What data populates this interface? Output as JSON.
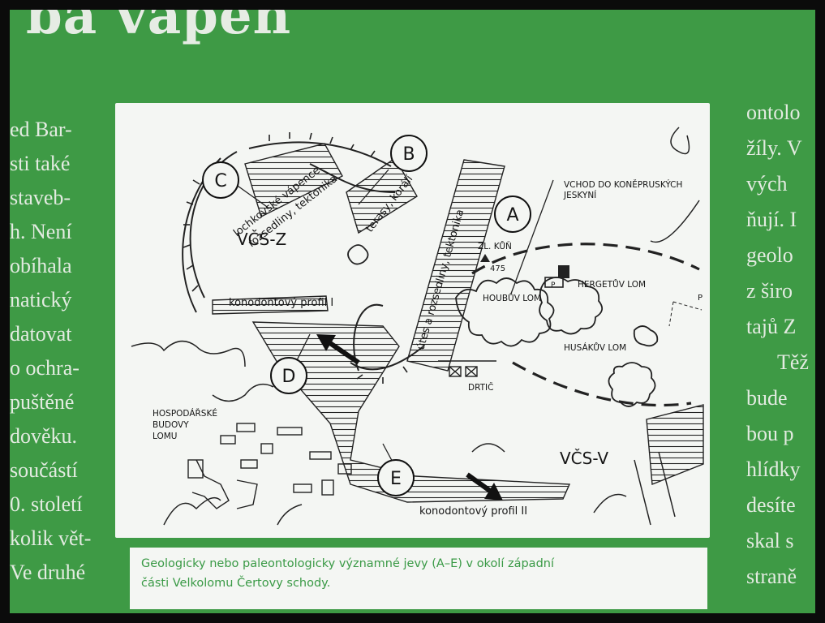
{
  "headline": "ba vápen",
  "left_column_lines": [
    "ed Bar-",
    "sti také",
    "staveb-",
    "h. Není",
    "obíhala",
    "natický",
    "datovat",
    "o ochra-",
    "puštěné",
    "dověku.",
    "součástí",
    "0. století",
    "kolik vět-",
    "Ve druhé"
  ],
  "right_column_lines": [
    "ontolo",
    "žíly. V",
    "vých",
    "ňují. I",
    "geolo",
    "z širo",
    "tajů Z",
    "Těž",
    "bude",
    "bou p",
    "hlídky",
    "desíte",
    "skal s",
    "straně"
  ],
  "map": {
    "markers": [
      "A",
      "B",
      "C",
      "D",
      "E"
    ],
    "labels": {
      "vcs_z": "VČS-Z",
      "vcs_v": "VČS-V",
      "profil_1": "konodontový profil I",
      "profil_2": "konodontový profil II",
      "lochkov_1": "lochkovské vápence",
      "lochkov_2": "rozsedliny, tektonika",
      "terasy": "terasy, korálí",
      "utes": "útes a rozsedliny, tektonika",
      "vchod_1": "VCHOD DO KONĚPRUSKÝCH",
      "vchod_2": "JESKYNÍ",
      "zl_kun": "ZL. KŮŇ",
      "elevation": "475",
      "hergetuv": "HERGETŮV LOM",
      "houbuv": "HOUBŮV LOM",
      "husakuv": "HUSÁKŮV LOM",
      "drtic": "DRTIČ",
      "hosp_1": "HOSPODÁŘSKÉ",
      "hosp_2": "BUDOVY",
      "hosp_3": "LOMU",
      "parking_1": "P",
      "parking_2": "P"
    }
  },
  "caption": {
    "line1": "Geologicky nebo paleontologicky významné jevy (A–E) v okolí západní",
    "line2": "části Velkolomu Čertovy schody."
  }
}
